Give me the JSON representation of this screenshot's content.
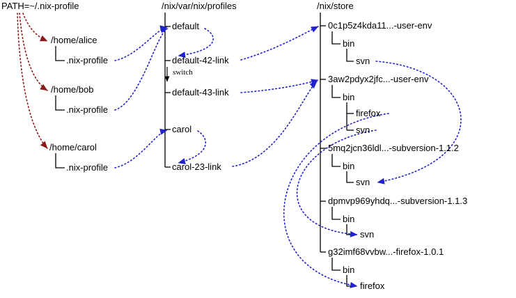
{
  "env": {
    "path_variable": "PATH=~/.nix-profile"
  },
  "headers": {
    "profiles_dir": "/nix/var/nix/profiles",
    "store_dir": "/nix/store"
  },
  "homes": [
    {
      "dir": "/home/alice",
      "symlink": ".nix-profile"
    },
    {
      "dir": "/home/bob",
      "symlink": ".nix-profile"
    },
    {
      "dir": "/home/carol",
      "symlink": ".nix-profile"
    }
  ],
  "profiles": {
    "default": "default",
    "default_42_link": "default-42-link",
    "switch_label": "switch",
    "default_43_link": "default-43-link",
    "carol": "carol",
    "carol_23_link": "carol-23-link"
  },
  "store": [
    {
      "name": "0c1p5z4kda11...-user-env",
      "bin": "bin",
      "children": [
        "svn"
      ]
    },
    {
      "name": "3aw2pdyx2jfc...-user-env",
      "bin": "bin",
      "children": [
        "firefox",
        "svn"
      ]
    },
    {
      "name": "5mq2jcn36ldl...-subversion-1.1.2",
      "bin": "bin",
      "children": [
        "svn"
      ]
    },
    {
      "name": "dpmvp969yhdq...-subversion-1.1.3",
      "bin": "bin",
      "children": [
        "svn"
      ]
    },
    {
      "name": "g32imf68vvbw...-firefox-1.0.1",
      "bin": "bin",
      "children": [
        "firefox"
      ]
    }
  ],
  "links": [
    {
      "from": "PATH",
      "to": "/home/alice",
      "kind": "path"
    },
    {
      "from": "PATH",
      "to": "/home/bob",
      "kind": "path"
    },
    {
      "from": "PATH",
      "to": "/home/carol",
      "kind": "path"
    },
    {
      "from": "/home/alice/.nix-profile",
      "to": "default",
      "kind": "symlink"
    },
    {
      "from": "/home/bob/.nix-profile",
      "to": "default",
      "kind": "symlink"
    },
    {
      "from": "/home/carol/.nix-profile",
      "to": "carol",
      "kind": "symlink"
    },
    {
      "from": "default",
      "to": "default-42-link",
      "kind": "symlink"
    },
    {
      "from": "carol",
      "to": "carol-23-link",
      "kind": "symlink"
    },
    {
      "from": "default-42-link",
      "to": "0c1p5z4kda11...-user-env",
      "kind": "symlink"
    },
    {
      "from": "default-43-link",
      "to": "3aw2pdyx2jfc...-user-env",
      "kind": "symlink"
    },
    {
      "from": "carol-23-link",
      "to": "3aw2pdyx2jfc...-user-env",
      "kind": "symlink"
    },
    {
      "from": "0c1p5z4kda11.../bin/svn",
      "to": "5mq2jcn36ldl.../bin/svn",
      "kind": "symlink"
    },
    {
      "from": "3aw2pdyx2jfc.../bin/svn",
      "to": "dpmvp969yhdq.../bin/svn",
      "kind": "symlink"
    },
    {
      "from": "3aw2pdyx2jfc.../bin/firefox",
      "to": "g32imf68vvbw.../bin/firefox",
      "kind": "symlink"
    }
  ],
  "colors": {
    "symlink_arrow": "#2121cd",
    "path_arrow": "#8b1a1a",
    "tree_line": "#000000"
  }
}
